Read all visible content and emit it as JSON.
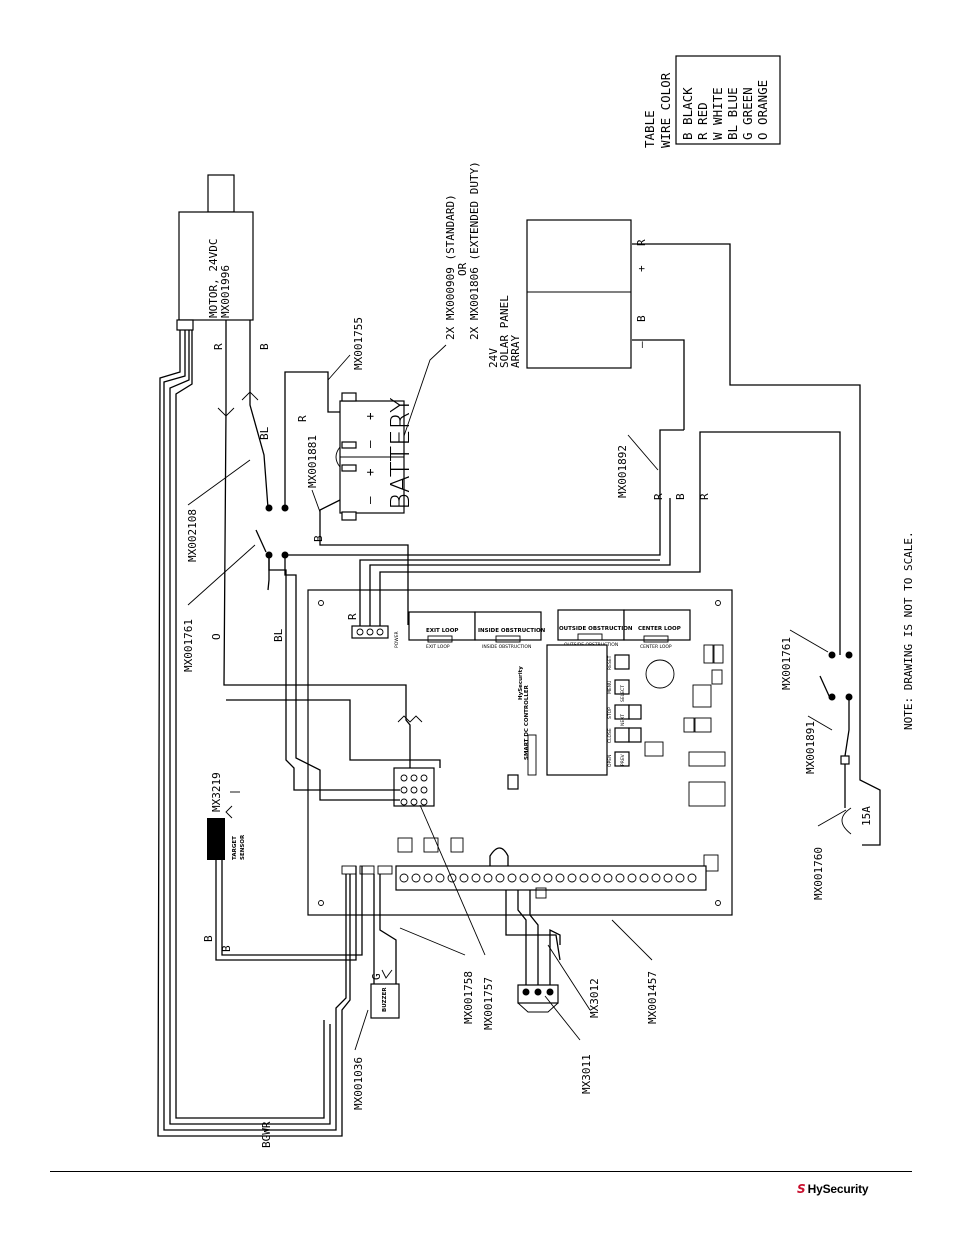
{
  "table": {
    "title": "TABLE",
    "subtitle": "WIRE COLOR",
    "rows": [
      "B BLACK",
      "R RED",
      "W WHITE",
      "BL BLUE",
      "G GREEN",
      "O ORANGE"
    ]
  },
  "motor": {
    "line1": "MOTOR, 24VDC",
    "line2": "MX001996"
  },
  "battery": {
    "label": "BATTERY",
    "callout_line1": "2X  MX000909 (STANDARD)",
    "callout_line2": "OR",
    "callout_line3": "2X  MX001806 (EXTENDED DUTY)",
    "plus": "+",
    "minus": "–"
  },
  "solar": {
    "line1": "24V",
    "line2": "SOLAR PANEL",
    "line3": "ARRAY",
    "minus": "–",
    "plus": "+"
  },
  "parts": {
    "p1755": "MX001755",
    "p1881": "MX001881",
    "p2108": "MX002108",
    "p1761a": "MX001761",
    "p1892": "MX001892",
    "p1761b": "MX001761",
    "p1891": "MX001891",
    "p1760": "MX001760",
    "p3219": "MX3219",
    "p1036": "MX001036",
    "p1758": "MX001758",
    "p1757": "MX001757",
    "p3011": "MX3011",
    "p3012": "MX3012",
    "p1457": "MX001457"
  },
  "fuse": "15A",
  "wire_letters": {
    "r_motor": "R",
    "b_motor": "B",
    "bl_top": "BL",
    "r_bat": "R",
    "b_bat": "B",
    "o_left": "O",
    "bl_left": "BL",
    "r_board": "R",
    "r_solar": "R",
    "b_solar": "B",
    "r_mid1": "R",
    "b_mid": "B",
    "r_mid2": "R",
    "b_left1": "B",
    "b_left2": "B",
    "g_buzz": "G",
    "bottom_colors": "BGWR"
  },
  "board": {
    "exit_loop": "EXIT LOOP",
    "exit_loop_sub": "EXIT LOOP",
    "inside_obstruction": "INSIDE OBSTRUCTION",
    "inside_obstruction_sub": "INSIDE OBSTRUCTION",
    "outside_obstruction": "OUTSIDE OBSTRUCTION",
    "outside_obstruction_sub": "OUTSIDE OBSTRUCTION",
    "center_loop": "CENTER LOOP",
    "center_loop_sub": "CENTER LOOP",
    "controller_name": "SMART DC CONTROLLER",
    "power": "POWER",
    "brand": "HySecurity",
    "btn_reset": "RESET",
    "btn_menu": "MENU",
    "btn_stop": "STOP",
    "btn_close": "CLOSE",
    "btn_open": "OPEN",
    "btn_select": "SELECT",
    "btn_next": "NEXT",
    "btn_prev": "PREV",
    "target_sensor_1": "TARGET",
    "target_sensor_2": "SENSOR",
    "buzzer": "BUZZER"
  },
  "note": "NOTE: DRAWING IS NOT TO SCALE.",
  "footer": {
    "brand_mark": "S",
    "brand_text": "HySecurity"
  }
}
